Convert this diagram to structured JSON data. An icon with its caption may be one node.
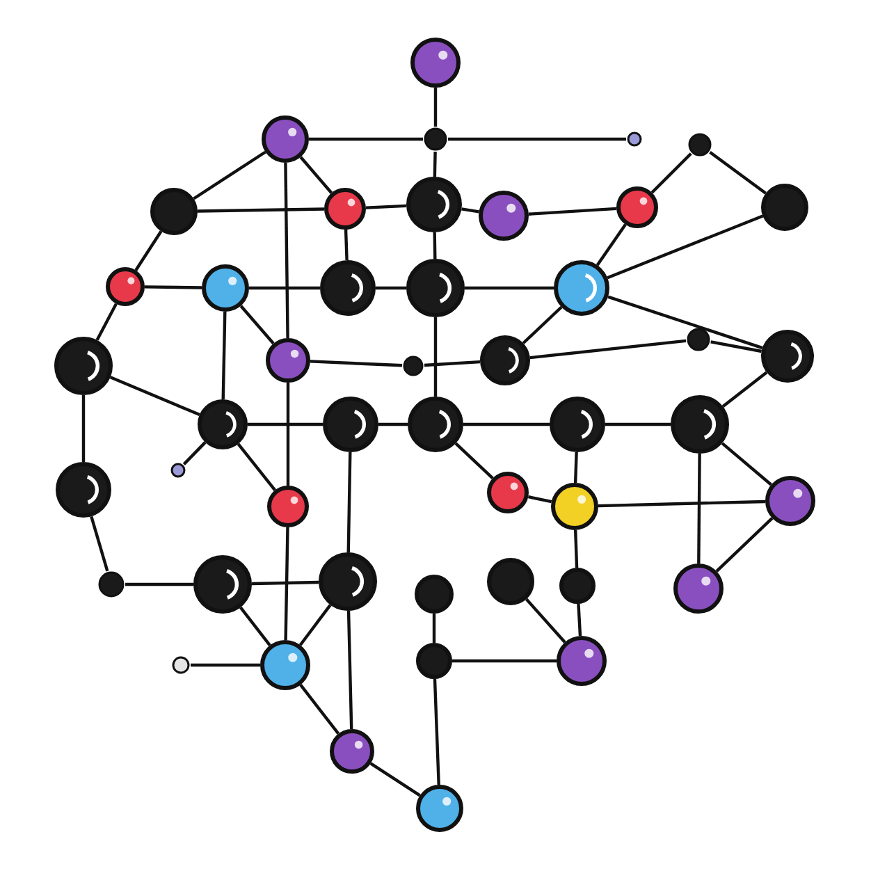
{
  "diagram": {
    "nodes": [
      {
        "text": [],
        "shape": "circle"
      },
      {
        "text": [],
        "shape": "circle"
      },
      {
        "text": [],
        "shape": "circle"
      },
      {
        "text": [],
        "shape": "circle"
      },
      {
        "text": [],
        "shape": "circle"
      },
      {
        "text": [],
        "shape": "circle"
      },
      {
        "text": [],
        "shape": "circle"
      },
      {
        "text": [],
        "shape": "circle"
      },
      {
        "text": [],
        "shape": "circle"
      },
      {
        "text": [],
        "shape": "circle"
      },
      {
        "text": [],
        "shape": "circle"
      },
      {
        "text": [],
        "shape": "circle"
      },
      {
        "text": [],
        "shape": "circle"
      },
      {
        "text": [],
        "shape": "circle"
      },
      {
        "text": [],
        "shape": "circle"
      },
      {
        "text": [],
        "shape": "circle"
      },
      {
        "text": [],
        "shape": "circle"
      },
      {
        "text": [],
        "shape": "circle"
      },
      {
        "text": [],
        "shape": "circle"
      },
      {
        "text": [],
        "shape": "circle"
      },
      {
        "text": [],
        "shape": "circle"
      },
      {
        "text": [],
        "shape": "circle"
      },
      {
        "text": [],
        "shape": "circle"
      },
      {
        "text": [],
        "shape": "circle"
      },
      {
        "text": [],
        "shape": "circle"
      },
      {
        "text": [],
        "shape": "circle"
      },
      {
        "text": [],
        "shape": "circle"
      },
      {
        "text": [],
        "shape": "circle"
      },
      {
        "text": [],
        "shape": "circle"
      },
      {
        "text": [],
        "shape": "circle"
      },
      {
        "text": [],
        "shape": "circle"
      },
      {
        "text": [],
        "shape": "circle"
      },
      {
        "text": [],
        "shape": "circle"
      },
      {
        "text": [],
        "shape": "circle"
      },
      {
        "text": [],
        "shape": "circle"
      },
      {
        "text": [],
        "shape": "circle"
      },
      {
        "text": [],
        "shape": "circle"
      },
      {
        "text": [],
        "shape": "circle"
      },
      {
        "text": [],
        "shape": "circle"
      },
      {
        "text": [],
        "shape": "circle"
      },
      {
        "text": [],
        "shape": "circle"
      },
      {
        "text": [],
        "shape": "circle"
      },
      {
        "text": [],
        "shape": "circle"
      },
      {
        "text": [],
        "shape": "circle"
      },
      {
        "text": [],
        "shape": "circle"
      },
      {
        "text": [],
        "shape": "circle"
      }
    ],
    "edges": [
      {
        "from": 0,
        "to": 2,
        "arrow": "none"
      },
      {
        "from": 1,
        "to": 2,
        "arrow": "none"
      },
      {
        "from": 2,
        "to": 3,
        "arrow": "none"
      },
      {
        "from": 2,
        "to": 7,
        "arrow": "none"
      },
      {
        "from": 1,
        "to": 5,
        "arrow": "none"
      },
      {
        "from": 1,
        "to": 6,
        "arrow": "none"
      },
      {
        "from": 4,
        "to": 9,
        "arrow": "none"
      },
      {
        "from": 4,
        "to": 10,
        "arrow": "none"
      },
      {
        "from": 5,
        "to": 6,
        "arrow": "none"
      },
      {
        "from": 6,
        "to": 7,
        "arrow": "none"
      },
      {
        "from": 7,
        "to": 8,
        "arrow": "none"
      },
      {
        "from": 8,
        "to": 9,
        "arrow": "none"
      },
      {
        "from": 9,
        "to": 15,
        "arrow": "none"
      },
      {
        "from": 6,
        "to": 13,
        "arrow": "none"
      },
      {
        "from": 7,
        "to": 14,
        "arrow": "none"
      },
      {
        "from": 5,
        "to": 11,
        "arrow": "none"
      },
      {
        "from": 11,
        "to": 12,
        "arrow": "none"
      },
      {
        "from": 11,
        "to": 16,
        "arrow": "none"
      },
      {
        "from": 12,
        "to": 13,
        "arrow": "none"
      },
      {
        "from": 13,
        "to": 14,
        "arrow": "none"
      },
      {
        "from": 14,
        "to": 15,
        "arrow": "none"
      },
      {
        "from": 15,
        "to": 19,
        "arrow": "none"
      },
      {
        "from": 15,
        "to": 21,
        "arrow": "none"
      },
      {
        "from": 16,
        "to": 22,
        "arrow": "none"
      },
      {
        "from": 16,
        "to": 28,
        "arrow": "none"
      },
      {
        "from": 17,
        "to": 12,
        "arrow": "none"
      },
      {
        "from": 17,
        "to": 18,
        "arrow": "none"
      },
      {
        "from": 18,
        "to": 19,
        "arrow": "none"
      },
      {
        "from": 20,
        "to": 21,
        "arrow": "none"
      },
      {
        "from": 22,
        "to": 23,
        "arrow": "none"
      },
      {
        "from": 23,
        "to": 24,
        "arrow": "none"
      },
      {
        "from": 24,
        "to": 25,
        "arrow": "none"
      },
      {
        "from": 25,
        "to": 26,
        "arrow": "none"
      },
      {
        "from": 26,
        "to": 21,
        "arrow": "none"
      },
      {
        "from": 22,
        "to": 29,
        "arrow": "none"
      },
      {
        "from": 23,
        "to": 35,
        "arrow": "none"
      },
      {
        "from": 24,
        "to": 30,
        "arrow": "none"
      },
      {
        "from": 25,
        "to": 31,
        "arrow": "none"
      },
      {
        "from": 30,
        "to": 31,
        "arrow": "none"
      },
      {
        "from": 31,
        "to": 32,
        "arrow": "none"
      },
      {
        "from": 26,
        "to": 32,
        "arrow": "none"
      },
      {
        "from": 28,
        "to": 33,
        "arrow": "none"
      },
      {
        "from": 33,
        "to": 34,
        "arrow": "none"
      },
      {
        "from": 34,
        "to": 35,
        "arrow": "none"
      },
      {
        "from": 29,
        "to": 41,
        "arrow": "none"
      },
      {
        "from": 34,
        "to": 41,
        "arrow": "none"
      },
      {
        "from": 35,
        "to": 41,
        "arrow": "none"
      },
      {
        "from": 36,
        "to": 42,
        "arrow": "none"
      },
      {
        "from": 42,
        "to": 45,
        "arrow": "none"
      },
      {
        "from": 44,
        "to": 45,
        "arrow": "none"
      },
      {
        "from": 44,
        "to": 35,
        "arrow": "none"
      },
      {
        "from": 38,
        "to": 43,
        "arrow": "none"
      },
      {
        "from": 37,
        "to": 43,
        "arrow": "none"
      },
      {
        "from": 31,
        "to": 38,
        "arrow": "none"
      },
      {
        "from": 39,
        "to": 32,
        "arrow": "none"
      },
      {
        "from": 39,
        "to": 26,
        "arrow": "none"
      },
      {
        "from": 42,
        "to": 43,
        "arrow": "none"
      },
      {
        "from": 41,
        "to": 44,
        "arrow": "none"
      },
      {
        "from": 12,
        "to": 22,
        "arrow": "none"
      },
      {
        "from": 14,
        "to": 24,
        "arrow": "none"
      },
      {
        "from": 17,
        "to": 29,
        "arrow": "none"
      },
      {
        "from": 10,
        "to": 15,
        "arrow": "none"
      },
      {
        "from": 19,
        "to": 20,
        "arrow": "none"
      },
      {
        "from": 40,
        "to": 41,
        "arrow": "none"
      },
      {
        "from": 27,
        "to": 22,
        "arrow": "none"
      },
      {
        "from": 1,
        "to": 17,
        "arrow": "none"
      }
    ]
  }
}
